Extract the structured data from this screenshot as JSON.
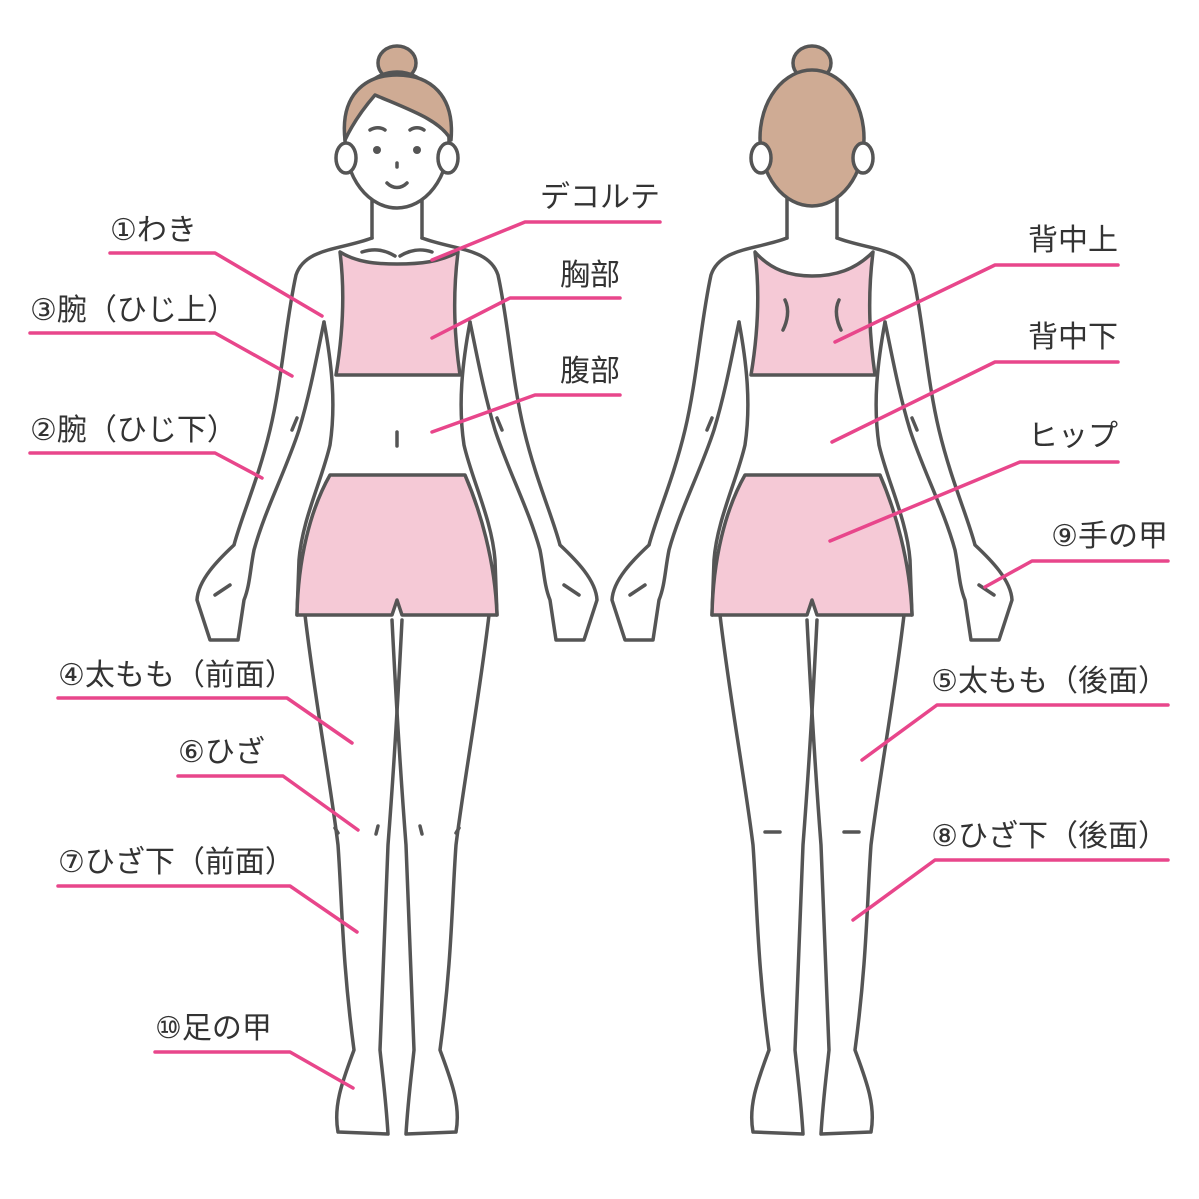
{
  "colors": {
    "accent": "#e8468b",
    "clothing": "#f5c9d6",
    "hair": "#cfab94",
    "outline": "#555555"
  },
  "labels": {
    "waki": "①わき",
    "decollete": "デコルテ",
    "chest": "胸部",
    "abdomen": "腹部",
    "upper_arm": "③腕（ひじ上）",
    "lower_arm": "②腕（ひじ下）",
    "thigh_front": "④太もも（前面）",
    "knee": "⑥ひざ",
    "below_knee_front": "⑦ひざ下（前面）",
    "instep": "⑩足の甲",
    "upper_back": "背中上",
    "lower_back": "背中下",
    "hip": "ヒップ",
    "back_of_hand": "⑨手の甲",
    "thigh_back": "⑤太もも（後面）",
    "below_knee_back": "⑧ひざ下（後面）"
  }
}
